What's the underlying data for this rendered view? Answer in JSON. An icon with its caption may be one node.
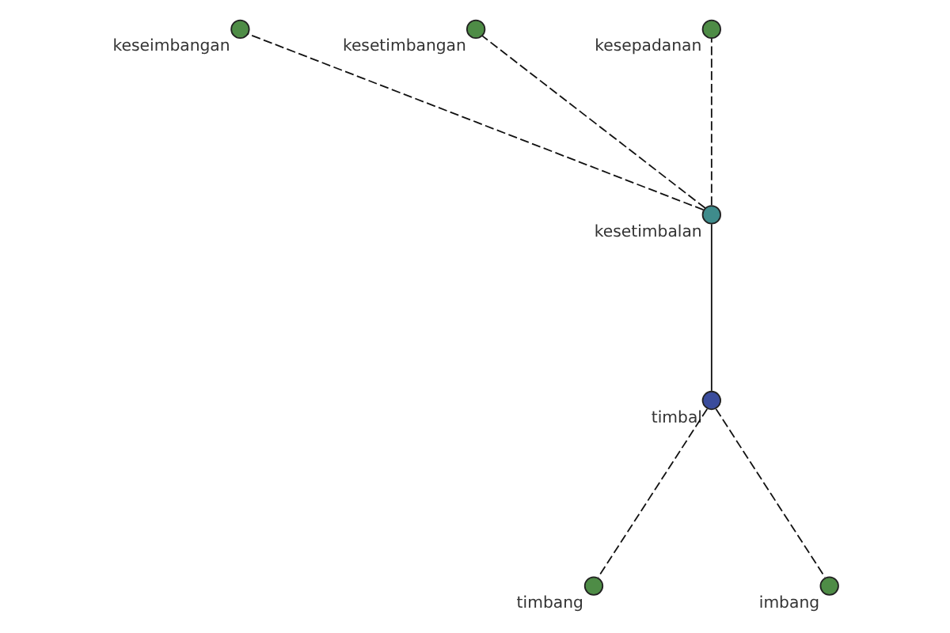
{
  "diagram": {
    "nodes": [
      {
        "text": [
          "keseimbangan"
        ]
      },
      {
        "text": [
          "kesetimbangan"
        ]
      },
      {
        "text": [
          "kesetimbalan"
        ]
      },
      {
        "text": [
          "kesepadanan"
        ]
      },
      {
        "text": [
          "timbal"
        ]
      },
      {
        "text": [
          "timbang"
        ]
      },
      {
        "text": [
          "imbang"
        ]
      }
    ],
    "edges": [
      {
        "from": 2,
        "to": 0,
        "arrow": "none",
        "style": "dashed"
      },
      {
        "from": 2,
        "to": 1,
        "arrow": "none",
        "style": "dashed"
      },
      {
        "from": 2,
        "to": 3,
        "arrow": "none",
        "style": "dashed"
      },
      {
        "from": 4,
        "to": 2,
        "arrow": "none"
      },
      {
        "from": 4,
        "to": 5,
        "arrow": "none",
        "style": "dashed"
      },
      {
        "from": 4,
        "to": 6,
        "arrow": "none",
        "style": "dashed"
      }
    ]
  }
}
